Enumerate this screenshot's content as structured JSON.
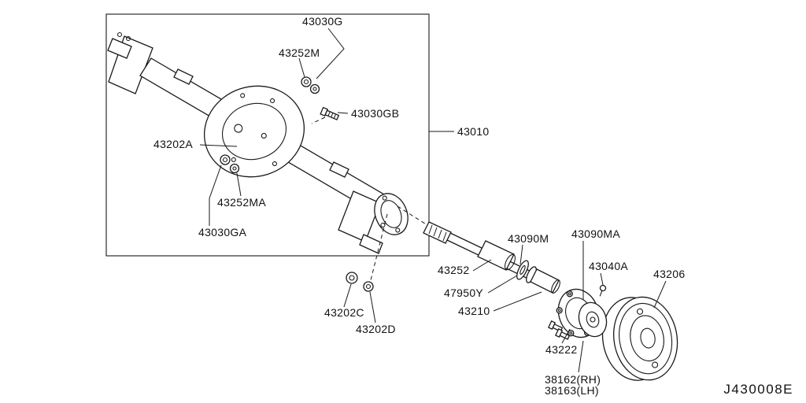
{
  "figure": {
    "drawing_code": "J430008E",
    "style": {
      "ink": "#1a1a1a",
      "background": "#ffffff"
    },
    "labels": {
      "p43030G": "43030G",
      "p43252M": "43252M",
      "p43030GB": "43030GB",
      "p43010": "43010",
      "p43202A": "43202A",
      "p43252MA": "43252MA",
      "p43030GA": "43030GA",
      "p43252": "43252",
      "p47950Y": "47950Y",
      "p43090M": "43090M",
      "p43090MA": "43090MA",
      "p43040A": "43040A",
      "p43206": "43206",
      "p43210": "43210",
      "p43202C": "43202C",
      "p43202D": "43202D",
      "p43222": "43222",
      "p38162": "38162(RH)",
      "p38163": "38163(LH)"
    }
  }
}
